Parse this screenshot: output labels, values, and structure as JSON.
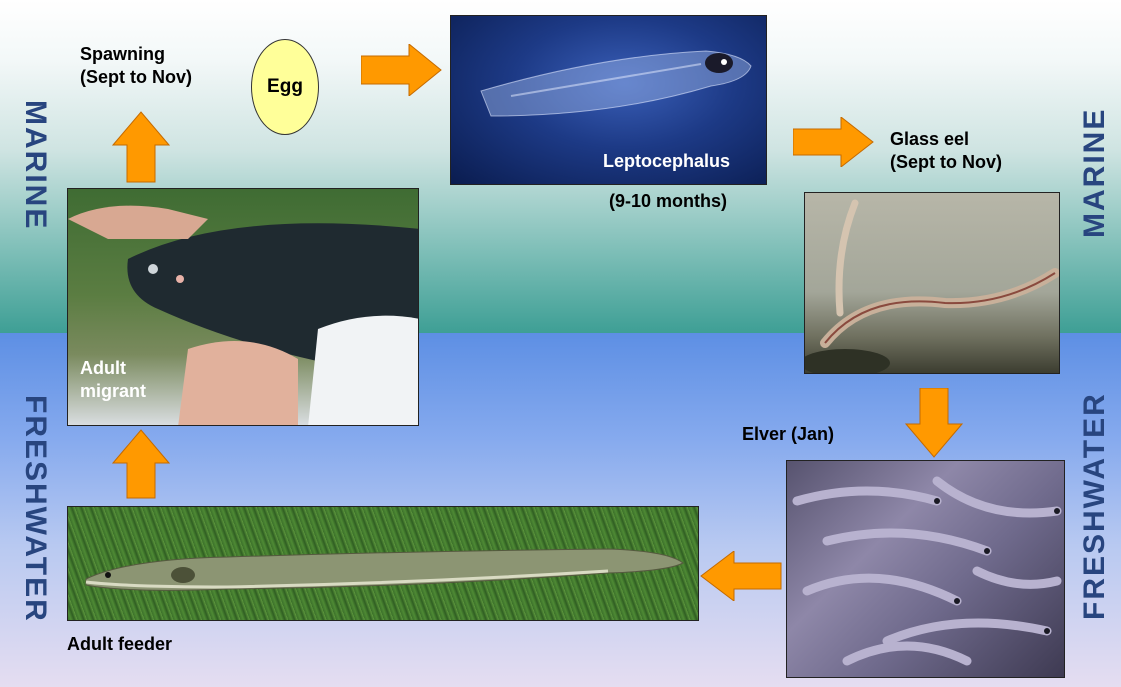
{
  "zones": {
    "marine_left": "MARINE",
    "marine_right": "MARINE",
    "freshwater_left": "FRESHWATER",
    "freshwater_right": "FRESHWATER"
  },
  "stages": {
    "spawning": "Spawning\n(Sept to Nov)",
    "egg": "Egg",
    "leptocephalus": "Leptocephalus",
    "leptocephalus_duration": "(9-10 months)",
    "glass_eel": "Glass eel\n(Sept to Nov)",
    "elver": "Elver (Jan)",
    "adult_feeder": "Adult feeder",
    "adult_migrant": "Adult\nmigrant"
  },
  "colors": {
    "arrow_fill": "#ff9900",
    "egg_fill": "#ffff99",
    "zone_label": "#28457f"
  }
}
